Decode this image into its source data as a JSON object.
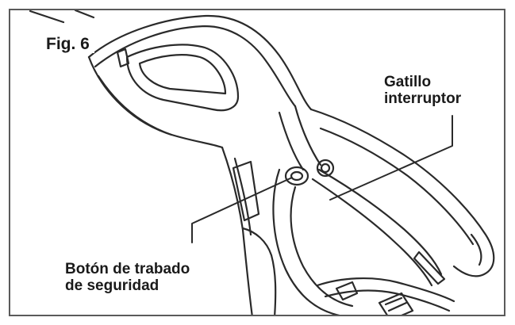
{
  "figure": {
    "label": "Fig. 6"
  },
  "callouts": {
    "trigger_switch": "Gatillo\ninterruptor",
    "lock_off_button": "Botón de trabado\nde seguridad"
  },
  "colors": {
    "outline": "#2a2a2a",
    "frame": "#5a5a5a",
    "background": "#ffffff"
  }
}
